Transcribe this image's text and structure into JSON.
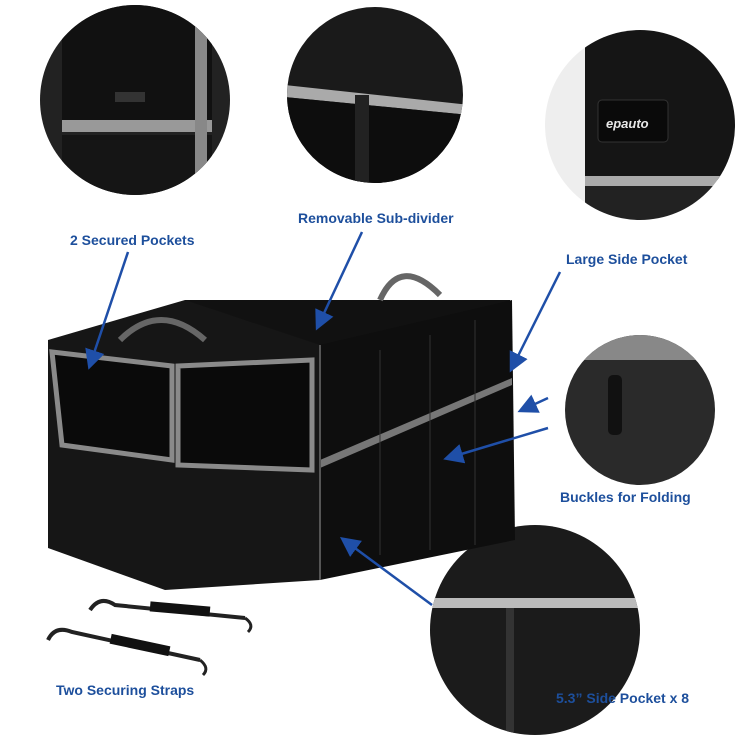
{
  "brand_logo": "epauto",
  "colors": {
    "label": "#1d4f9c",
    "arrow": "#1f4fa8",
    "fabric": "#141414",
    "trim": "#8a8a8a"
  },
  "callouts": [
    {
      "label": "2 Secured Pockets"
    },
    {
      "label": "Removable Sub-divider"
    },
    {
      "label": "Large Side Pocket"
    },
    {
      "label": "Buckles for Folding"
    },
    {
      "label": "5.3” Side Pocket x 8"
    },
    {
      "label": "Two Securing Straps"
    }
  ]
}
